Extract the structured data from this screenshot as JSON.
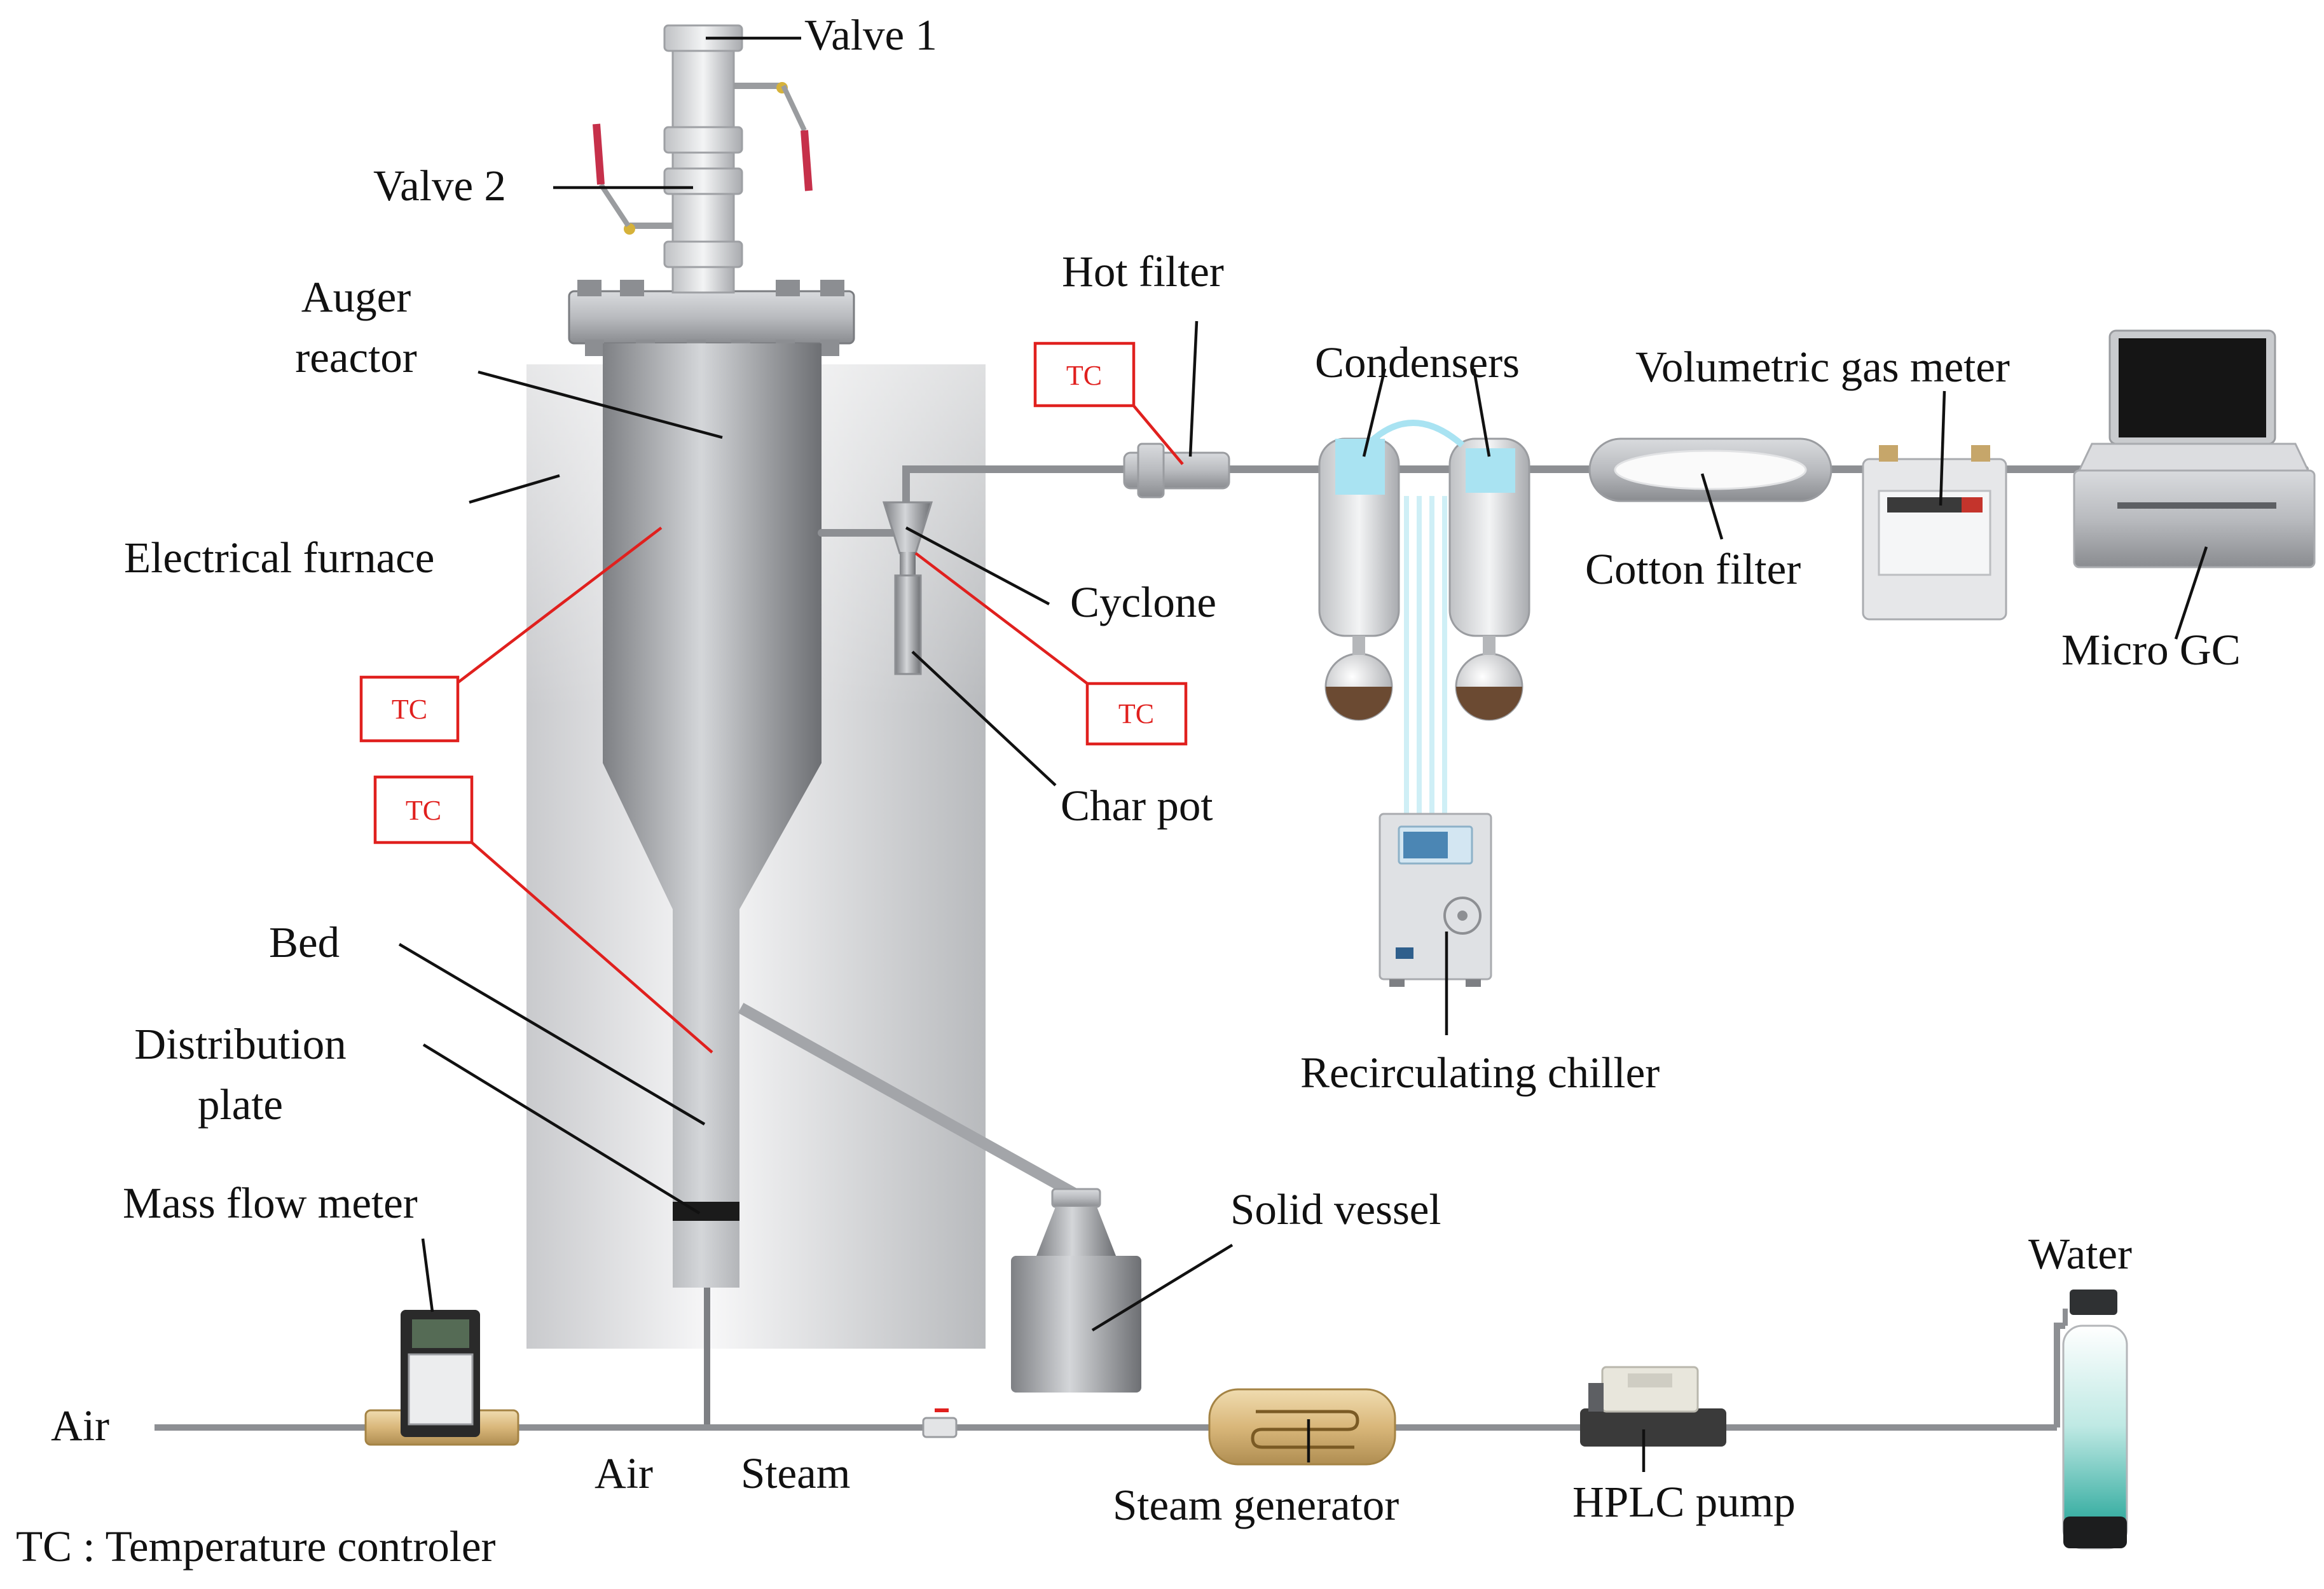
{
  "labels": {
    "valve1": "Valve 1",
    "valve2": "Valve 2",
    "auger_line1": "Auger",
    "auger_line2": "reactor",
    "furnace": "Electrical furnace",
    "hot_filter": "Hot filter",
    "condensers": "Condensers",
    "gas_meter": "Volumetric gas meter",
    "cyclone": "Cyclone",
    "cotton_filter": "Cotton filter",
    "micro_gc": "Micro GC",
    "char_pot": "Char pot",
    "bed": "Bed",
    "dist_line1": "Distribution",
    "dist_line2": "plate",
    "chiller": "Recirculating chiller",
    "mass_flow": "Mass flow meter",
    "solid_vessel": "Solid vessel",
    "water": "Water",
    "air_left": "Air",
    "air_inlet": "Air",
    "steam": "Steam",
    "steam_gen": "Steam generator",
    "hplc": "HPLC pump",
    "legend": "TC : Temperature controler"
  },
  "tc_label": "TC",
  "colors": {
    "tc_red": "#e0201e",
    "steel": "#9a9ca0",
    "furnace": "#e4e5e7",
    "coolant": "#a9e3f2",
    "condensate": "#6b4a32",
    "water": "#1aa99a"
  }
}
